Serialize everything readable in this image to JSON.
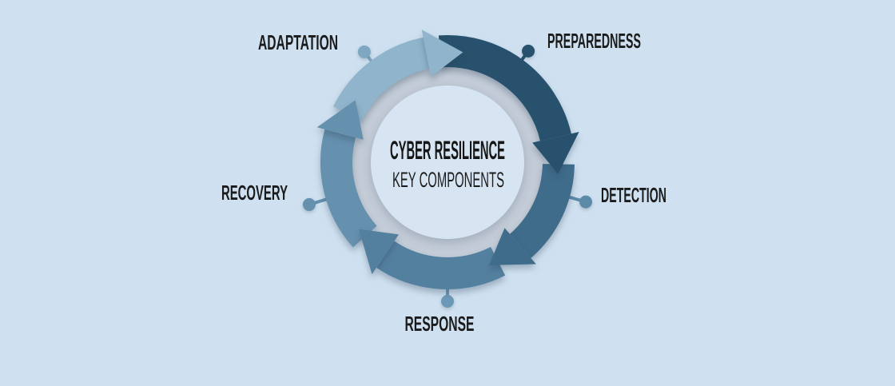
{
  "background_color": "#cfe1f0",
  "center": {
    "title": "CYBER RESILIENCE",
    "subtitle": "KEY COMPONENTS",
    "circle_color": "#d7e4f2",
    "ring_color": "#c3ccd7",
    "text_color": "#1b1b1b"
  },
  "components": [
    {
      "id": "adaptation",
      "label": "ADAPTATION",
      "color": "#8fb4cb",
      "dot_color": "#7fa7c2"
    },
    {
      "id": "preparedness",
      "label": "PREPAREDNESS",
      "color": "#27516c",
      "dot_color": "#27516c"
    },
    {
      "id": "detection",
      "label": "DETECTION",
      "color": "#3e6c8a",
      "dot_color": "#5e8aa9"
    },
    {
      "id": "response",
      "label": "RESPONSE",
      "color": "#54809f",
      "dot_color": "#6d99b8"
    },
    {
      "id": "recovery",
      "label": "RECOVERY",
      "color": "#6590ae",
      "dot_color": "#6590ae"
    }
  ]
}
